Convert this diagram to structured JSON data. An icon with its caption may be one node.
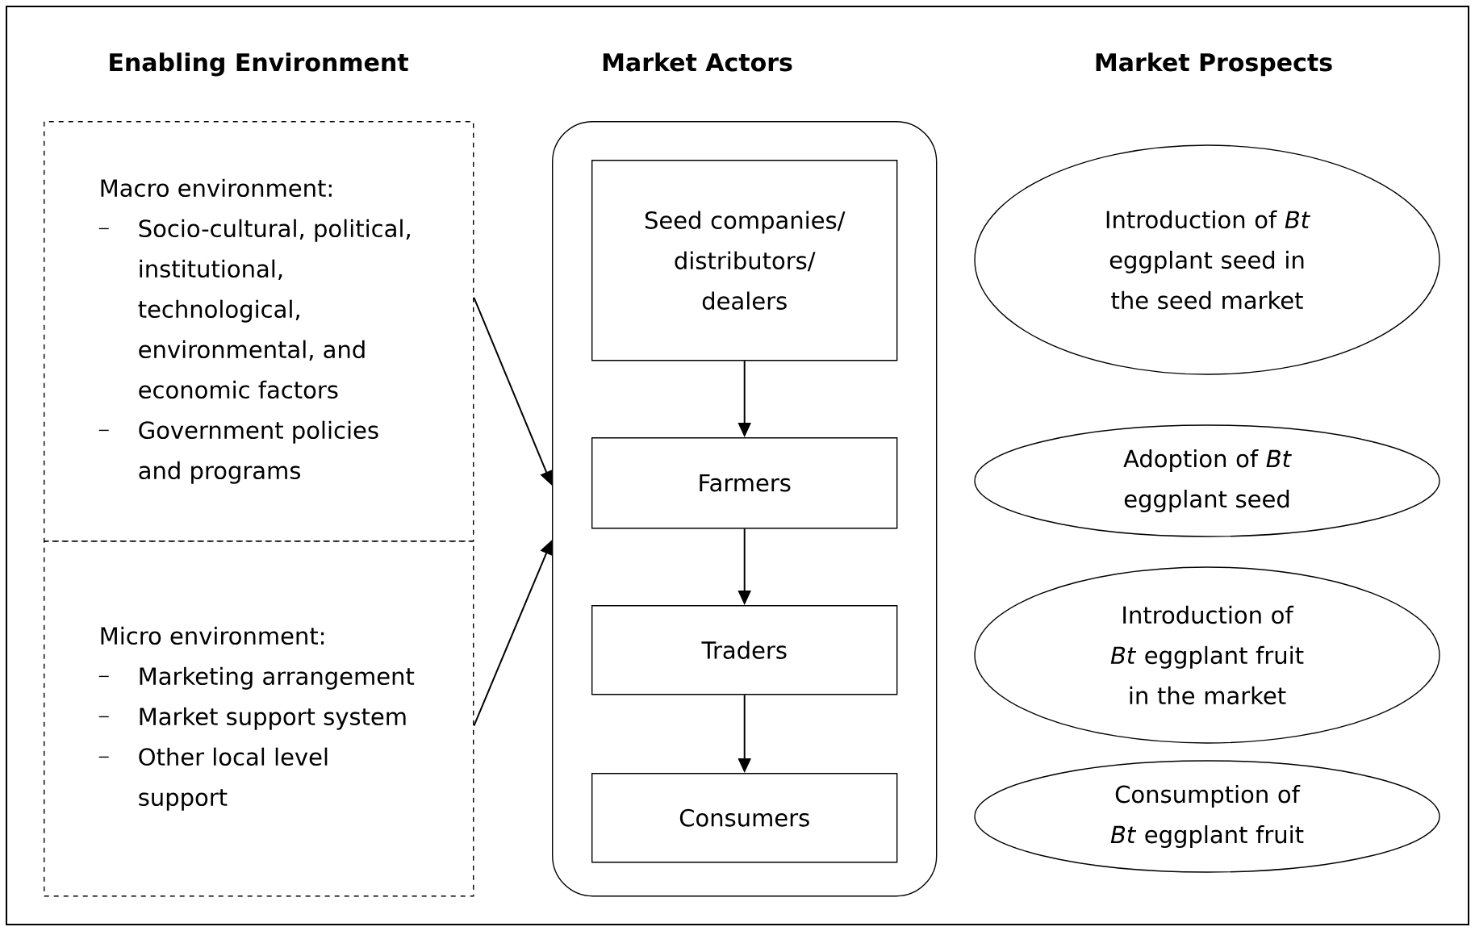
{
  "diagram": {
    "nodes": [
      {
        "text": [
          "Macro environment:",
          "Socio-cultural, political, institutional, technological, environmental, and economic factors",
          "Government policies and programs"
        ]
      },
      {
        "text": [
          "Micro environment:",
          "Marketing arrangement",
          "Market support system",
          "Other local level support"
        ]
      },
      {
        "text": [],
        "shape": "box"
      },
      {
        "text": [
          "Seed companies/ distributors/ dealers"
        ],
        "in": 2
      },
      {
        "text": [
          "Farmers"
        ],
        "in": 2
      },
      {
        "text": [
          "Traders"
        ],
        "in": 2
      },
      {
        "text": [
          "Consumers"
        ],
        "in": 2
      },
      {
        "text": [
          "Introduction of *Bt* eggplant seed in the seed market"
        ]
      },
      {
        "text": [
          "Adoption of *Bt* eggplant seed"
        ]
      },
      {
        "text": [
          "Introduction of *Bt* eggplant fruit in the market"
        ]
      },
      {
        "text": [
          "Consumption of *Bt* eggplant fruit"
        ]
      }
    ],
    "edges": [
      {
        "from": 3,
        "to": 4,
        "arrow": "to"
      },
      {
        "from": 4,
        "to": 5,
        "arrow": "to"
      },
      {
        "from": 5,
        "to": 6,
        "arrow": "to"
      },
      {
        "from": 0,
        "to": 2,
        "arrow": "to"
      },
      {
        "from": 1,
        "to": 2,
        "arrow": "to"
      }
    ],
    "labels": [
      "Enabling Environment",
      "Market Actors",
      "Market Prospects"
    ]
  }
}
